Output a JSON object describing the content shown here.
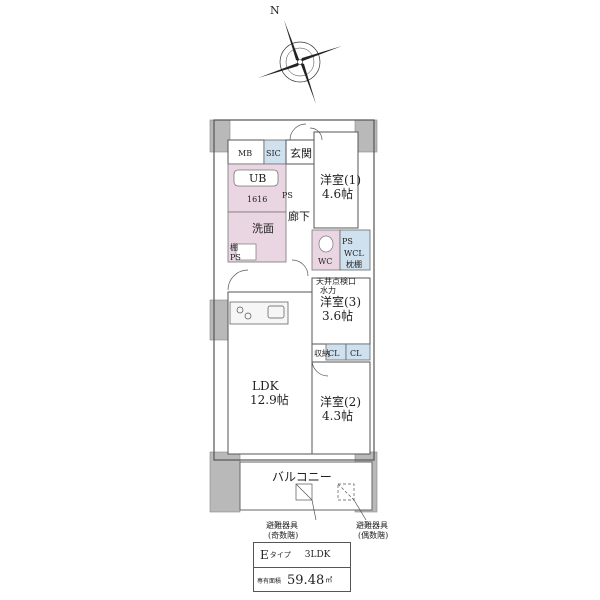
{
  "compass": {
    "north": "N"
  },
  "rooms": {
    "mb": "MB",
    "sic": "SIC",
    "entrance": "玄関",
    "ub": "UB",
    "ub_size": "1616",
    "hallway": "廊下",
    "washroom": "洗面",
    "ps1": "PS",
    "ps2": "PS",
    "ps3": "PS",
    "shelf": "棚",
    "wc": "WC",
    "wcl": "WCL",
    "wcl_sub": "枕棚",
    "bedroom1": "洋室(1)",
    "bedroom1_size": "4.6帖",
    "attic_hatch": "天井点検口",
    "attic_hatch_sub": "水力",
    "bedroom3": "洋室(3)",
    "bedroom3_size": "3.6帖",
    "storage": "収納",
    "cl1": "CL",
    "cl2": "CL",
    "ldk": "LDK",
    "ldk_size": "12.9帖",
    "bedroom2": "洋室(2)",
    "bedroom2_size": "4.3帖",
    "balcony": "バルコニー"
  },
  "annotations": {
    "escape1": "避難器具",
    "escape1_sub": "(奇数階)",
    "escape2": "避難器具",
    "escape2_sub": "(偶数階)"
  },
  "info": {
    "type_letter": "E",
    "type_suffix": "タイプ",
    "plan": "3LDK",
    "area_label": "専有面積",
    "area_value": "59.48",
    "area_unit": "㎡"
  }
}
